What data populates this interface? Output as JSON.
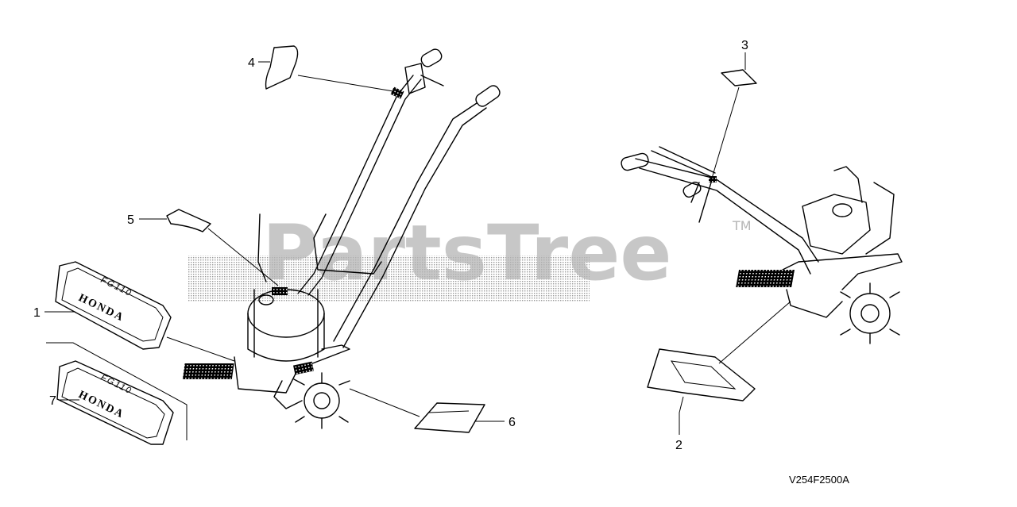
{
  "watermark": {
    "text": "PartsTree",
    "tm": "TM"
  },
  "diagram_code": "V254F2500A",
  "callouts": [
    {
      "id": "1",
      "label": "1"
    },
    {
      "id": "2",
      "label": "2"
    },
    {
      "id": "3",
      "label": "3"
    },
    {
      "id": "4",
      "label": "4"
    },
    {
      "id": "5",
      "label": "5"
    },
    {
      "id": "6",
      "label": "6"
    },
    {
      "id": "7",
      "label": "7"
    }
  ],
  "decals": {
    "model": "FG110",
    "brand": "HONDA"
  }
}
